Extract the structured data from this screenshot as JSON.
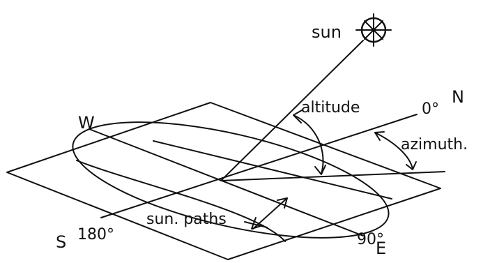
{
  "labels": {
    "sun": "sun",
    "altitude": "altitude",
    "zero_deg": "0°",
    "north": "N",
    "azimuth": "azimuth.",
    "west": "W",
    "south": "S",
    "south_deg": "180°",
    "sun_paths": "sun. paths",
    "east_deg": "90°",
    "east": "E"
  },
  "colors": {
    "ink": "#111111",
    "paper": "#ffffff"
  }
}
